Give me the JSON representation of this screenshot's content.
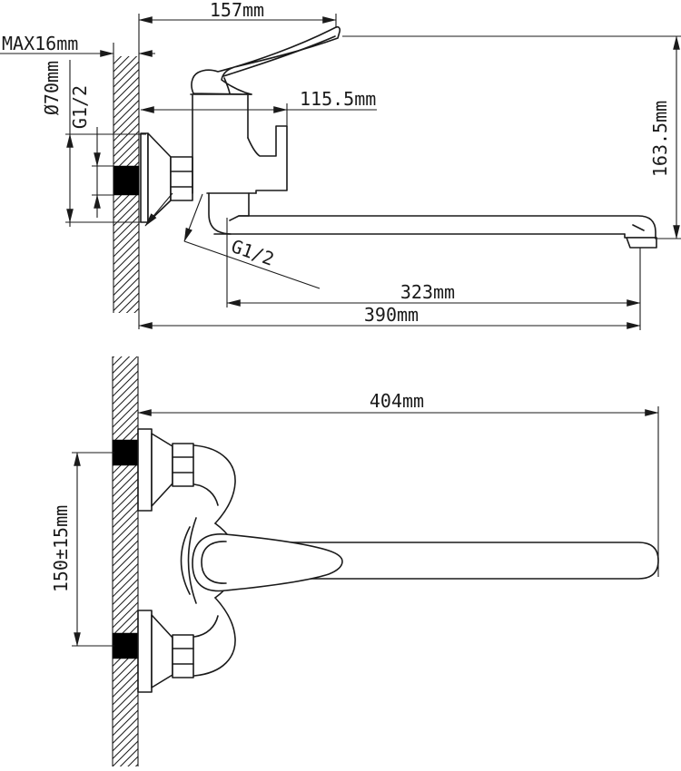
{
  "drawing": {
    "type": "faucet-installation-technical-drawing",
    "colors": {
      "line": "#1a1a1a",
      "background": "#ffffff",
      "solid_fill": "#000000"
    },
    "side_view": {
      "labels": {
        "handle_width_top": "157mm",
        "wall_thickness_max": "MAX16mm",
        "escutcheon_diameter": "Ø70mm",
        "inlet_thread": "G1/2",
        "body_depth": "115.5mm",
        "overall_height": "163.5mm",
        "spout_thread": "G1/2",
        "spout_reach": "323mm",
        "overall_reach": "390mm"
      }
    },
    "plan_view": {
      "labels": {
        "overall_length": "404mm",
        "inlet_centers": "150±15mm"
      }
    }
  }
}
